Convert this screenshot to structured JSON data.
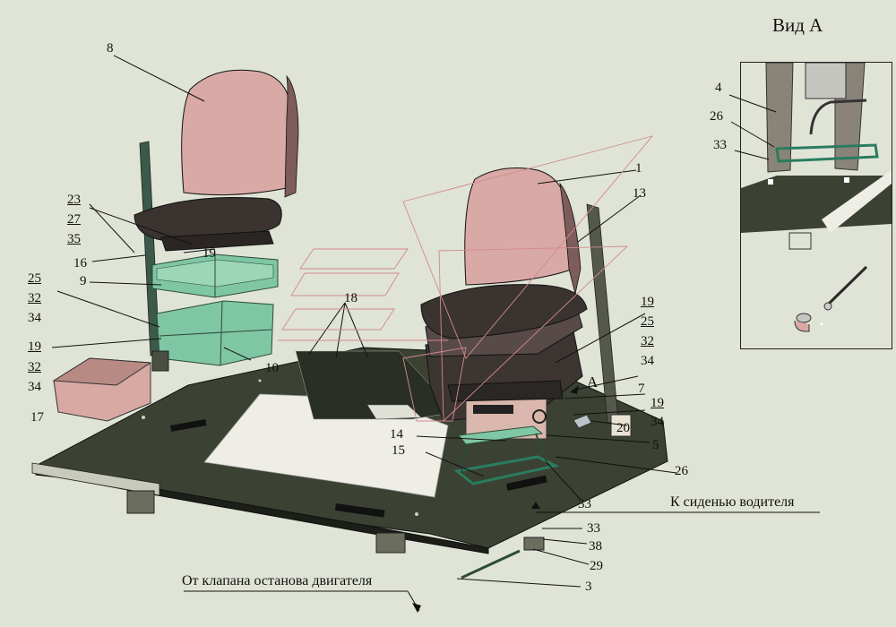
{
  "view_title": "Вид А",
  "view_marker": "А",
  "captions": {
    "to_driver_seat": "К сиденью водителя",
    "from_engine_valve": "От клапана останова двигателя"
  },
  "callouts": {
    "c8": "8",
    "c1": "1",
    "c13": "13",
    "c23": "23",
    "c27": "27",
    "c35": "35",
    "c16": "16",
    "c19_a": "19",
    "c9": "9",
    "c25_a": "25",
    "c32_a": "32",
    "c34_a": "34",
    "c19_b": "19",
    "c32_b": "32",
    "c34_b": "34",
    "c17": "17",
    "c10": "10",
    "c18": "18",
    "c19_c": "19",
    "c25_b": "25",
    "c32_c": "32",
    "c34_c": "34",
    "c7": "7",
    "c19_d": "19",
    "c20": "20",
    "c34_d": "34",
    "c14": "14",
    "c15": "15",
    "c5": "5",
    "c26_a": "26",
    "c33_a": "33",
    "c33_b": "33",
    "c38": "38",
    "c29": "29",
    "c3": "3",
    "c4": "4",
    "c26_b": "26",
    "c33_c": "33"
  },
  "colors": {
    "background": "#dfe4d6",
    "seat_cushion": "#d9a9a6",
    "seat_shadow": "#7d5c5b",
    "bracket_green": "#7fc6a4",
    "frame_green": "#2e4a3c",
    "floor_dark": "#3b4233",
    "floor_light": "#eeede6",
    "box_pink": "#d8a9a3"
  }
}
